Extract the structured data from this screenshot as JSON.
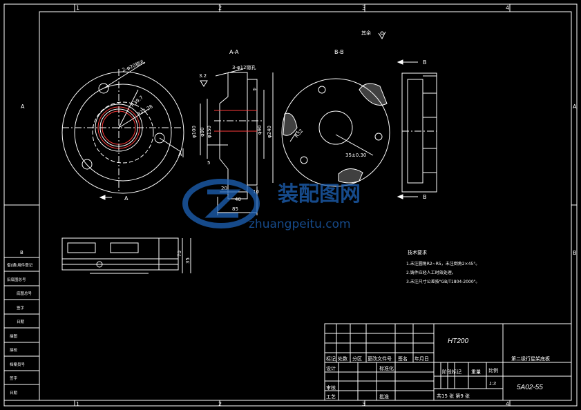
{
  "border": {
    "zone_cols": [
      "1",
      "2",
      "3",
      "4"
    ],
    "zone_rows": [
      "A",
      "B"
    ]
  },
  "views": {
    "section_aa": "A-A",
    "section_bb": "B-B",
    "arrow_a": "A",
    "arrow_b": "B",
    "roughness_others": "其余"
  },
  "dimensions": {
    "holes_2": "2-φ20锪孔",
    "holes_3": "3-φ12锪孔",
    "r39": "R39.7",
    "r32": "R32.38",
    "d100": "φ100",
    "d150": "φ150",
    "d90a": "φ90",
    "d90b": "φ90",
    "d240": "φ240",
    "r32b": "R32",
    "d35": "35±0.30",
    "l20": "20",
    "l40": "40",
    "l10": "10",
    "l85": "85",
    "l5": "5",
    "l32": "3.2",
    "l4": "4",
    "l70": "70",
    "l35": "35"
  },
  "watermark": {
    "brand": "装配图网",
    "url": "zhuangpeitu.com"
  },
  "tech_req": {
    "title": "技术要求",
    "lines": [
      "1.未注圆角R2~R5，未注倒角2×45°。",
      "2.铸件应经人工时效处理。",
      "3.未注尺寸公差按\"GB/T1804-2000\"。"
    ]
  },
  "left_table": [
    "借(通)用件登记",
    "旧底图总号",
    "底图总号",
    "签字",
    "日期",
    "描图",
    "描校",
    "档案员号",
    "签字",
    "日期"
  ],
  "left_table_b": "B",
  "title_block": {
    "material": "HT200",
    "part_name": "第二级行星架底板",
    "drawing_no": "5A02-55",
    "scale_label": "比例",
    "scale": "1:3",
    "mark": "标记",
    "count": "处数",
    "zone": "分区",
    "change_doc": "更改文件号",
    "signature": "签名",
    "date": "年月日",
    "design": "设计",
    "standard": "标准化",
    "stage_mark": "阶段标记",
    "weight": "重量",
    "review": "审核",
    "process": "工艺",
    "approve": "批准",
    "sheets": "共15 张 第9 张"
  }
}
